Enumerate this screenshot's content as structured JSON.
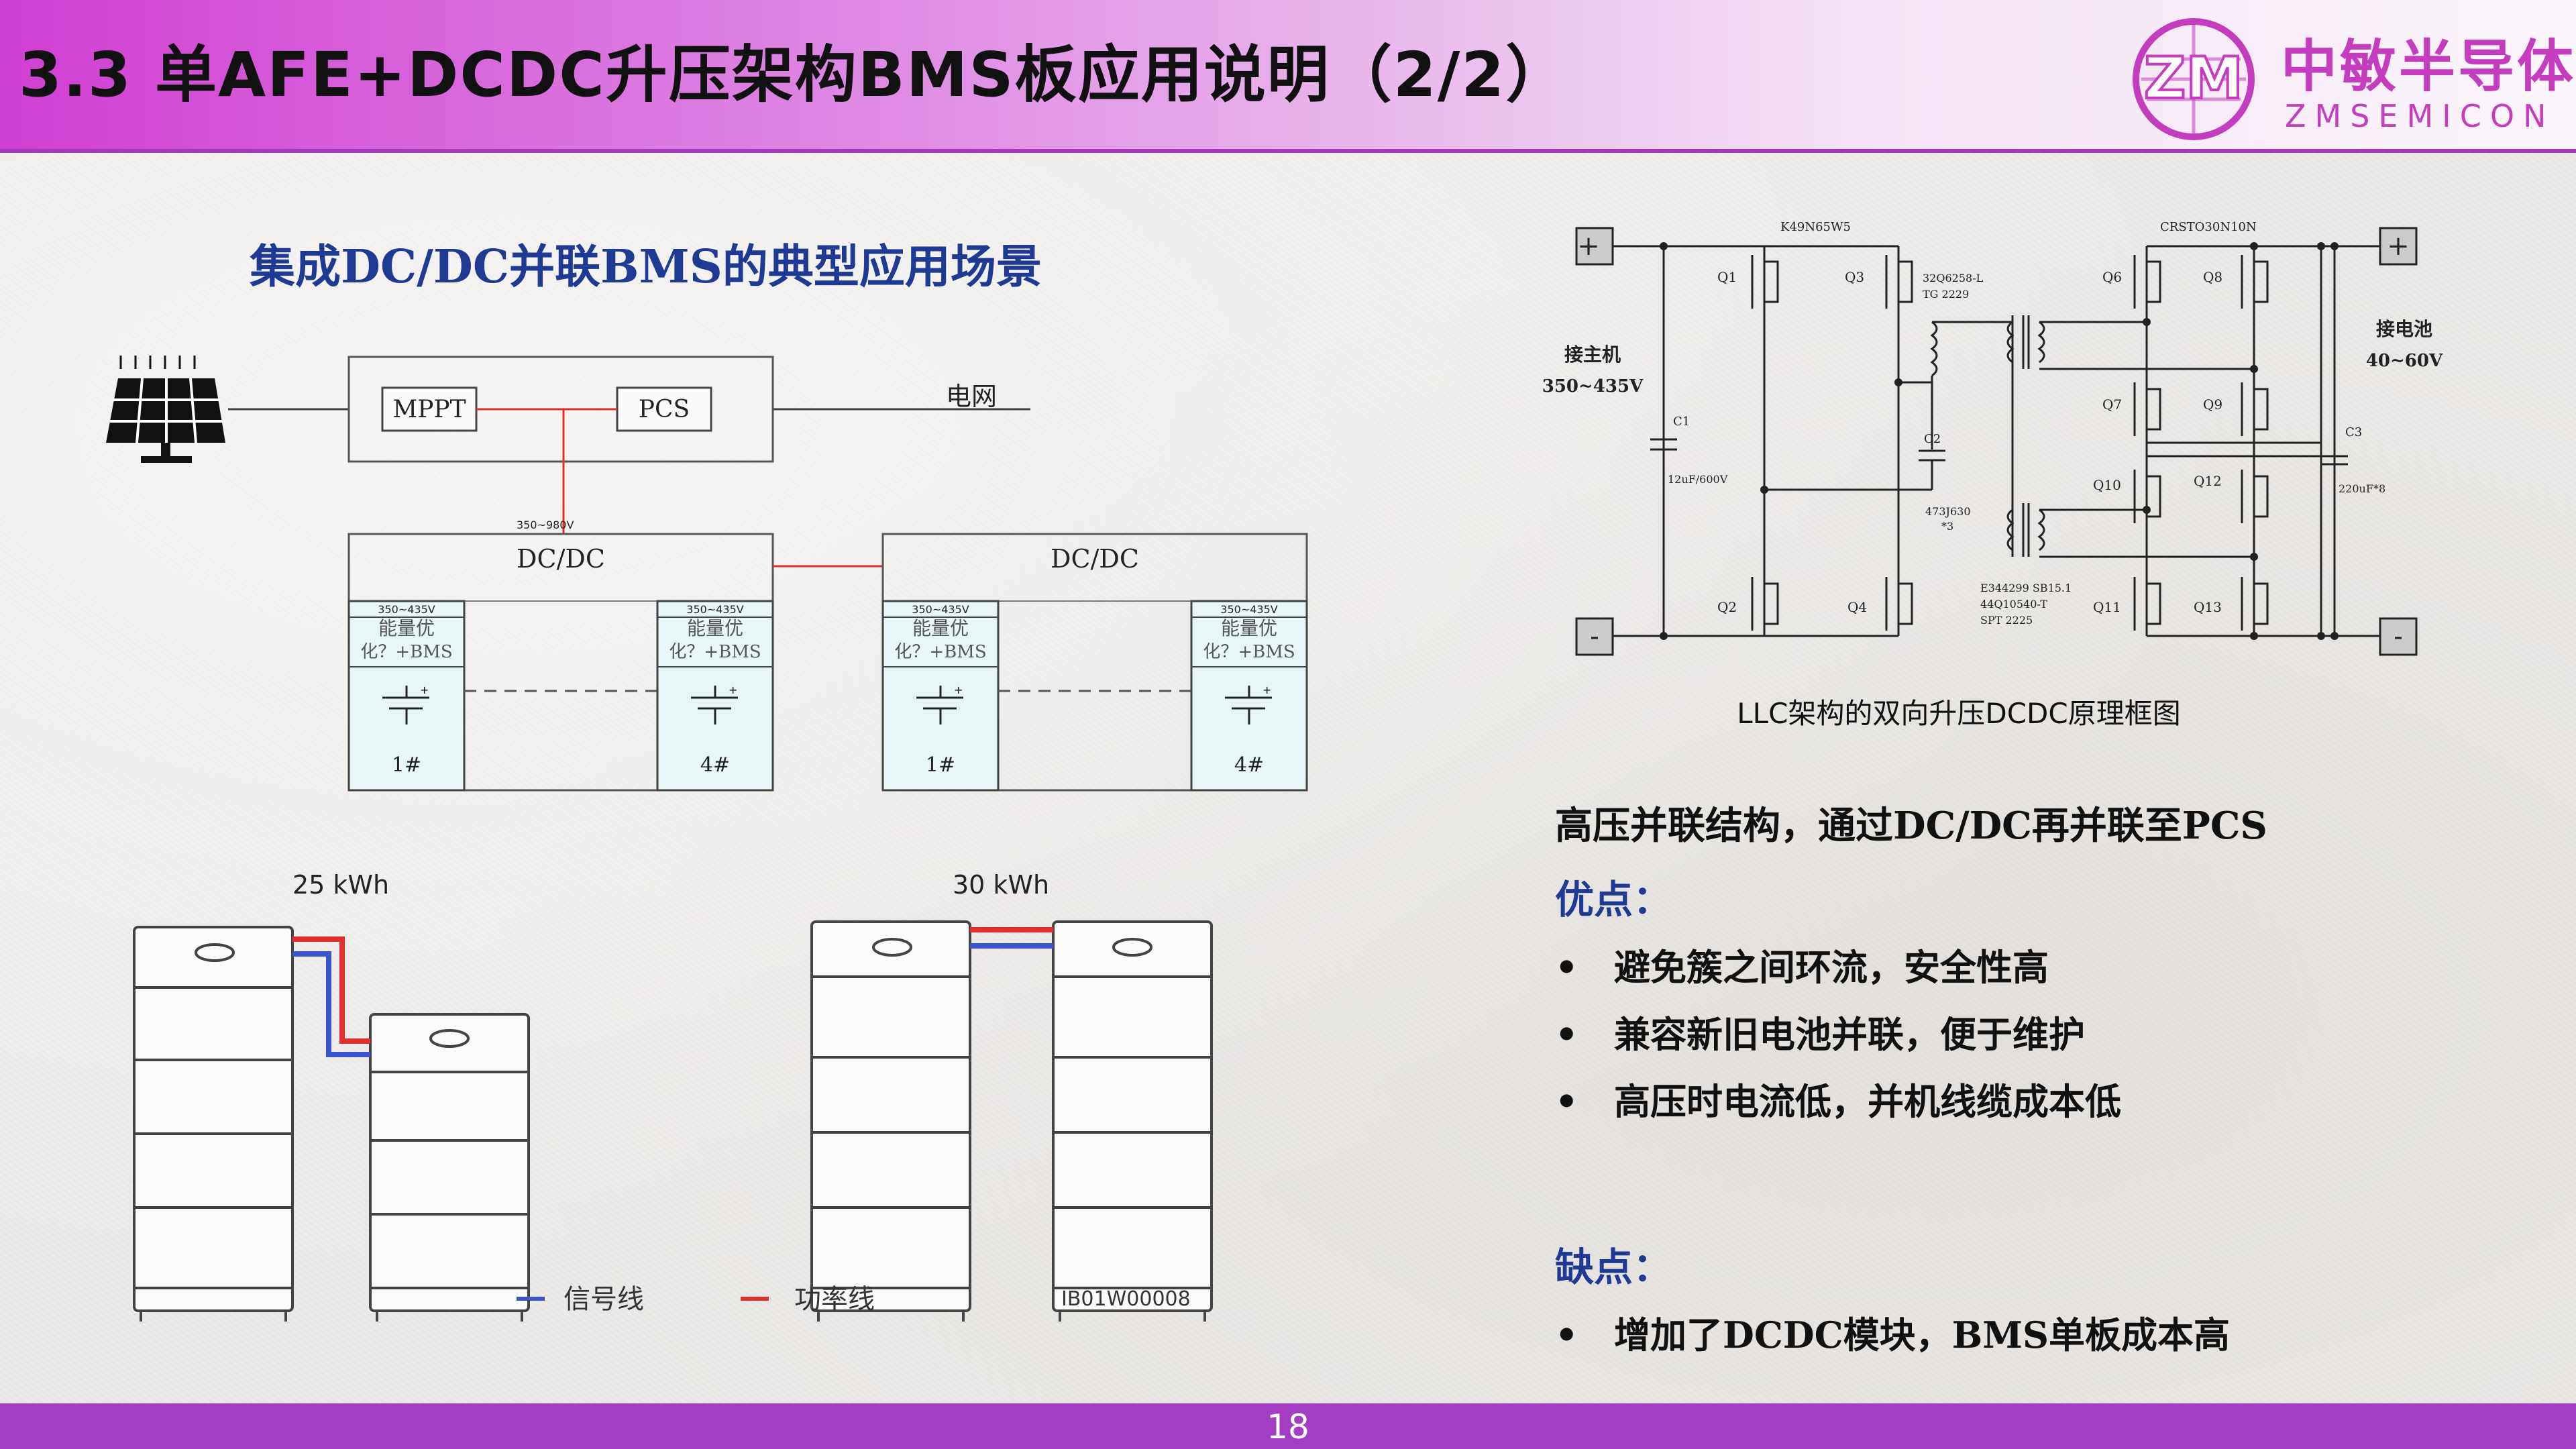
{
  "header": {
    "title": "3.3  单AFE+DCDC升压架构BMS板应用说明（2/2）",
    "logo": {
      "mark": "ZM",
      "brand_cn": "中敏半导体",
      "brand_en": "ZMSEMICON",
      "color": "#c43dbf"
    }
  },
  "left": {
    "section_title": "集成DC/DC并联BMS的典型应用场景",
    "topology": {
      "mppt": "MPPT",
      "pcs": "PCS",
      "grid": "电网",
      "bus_voltage": "350~980V",
      "dcdc_a": "DC/DC",
      "dcdc_b": "DC/DC",
      "module_voltage": "350~435V",
      "module_label_line1": "能量优",
      "module_label_line2": "化？+BMS",
      "pack_first": "1#",
      "pack_last": "4#"
    },
    "installations": {
      "kwh_25": "25 kWh",
      "kwh_30": "30 kWh",
      "legend_signal": "信号线",
      "legend_power": "功率线",
      "figure_code": "IB01W00008",
      "signal_color": "#3a55c9",
      "power_color": "#e0302b"
    }
  },
  "right": {
    "schematic": {
      "plus": "+",
      "minus": "-",
      "host_label": "接主机",
      "host_voltage": "350~435V",
      "battery_label": "接电池",
      "battery_voltage": "40~60V",
      "part_k49": "K49N65W5",
      "part_crsto": "CRSTO30N10N",
      "q1": "Q1",
      "q2": "Q2",
      "q3": "Q3",
      "q4": "Q4",
      "q6": "Q6",
      "q7": "Q7",
      "q8": "Q8",
      "q9": "Q9",
      "q10": "Q10",
      "q11": "Q11",
      "q12": "Q12",
      "q13": "Q13",
      "c1": "C1",
      "c1_value": "12uF/600V",
      "c2": "C2",
      "c2_value": "473J630",
      "c2_qty": "*3",
      "c3": "C3",
      "c3_value": "220uF*8",
      "inductor_line1": "32Q6258-L",
      "inductor_line2": "TG     2229",
      "transformer_line1": "E344299 SB15.1",
      "transformer_line2": "44Q10540-T",
      "transformer_line3": "SPT      2225"
    },
    "caption": "LLC架构的双向升压DCDC原理框图",
    "description": "高压并联结构，通过DC/DC再并联至PCS",
    "pros_heading": "优点：",
    "pros": [
      "避免簇之间环流，安全性高",
      "兼容新旧电池并联，便于维护",
      "高压时电流低，并机线缆成本低"
    ],
    "cons_heading": "缺点：",
    "cons": [
      "增加了DCDC模块，BMS单板成本高"
    ],
    "bullet": "•"
  },
  "footer": {
    "page_number": "18"
  }
}
